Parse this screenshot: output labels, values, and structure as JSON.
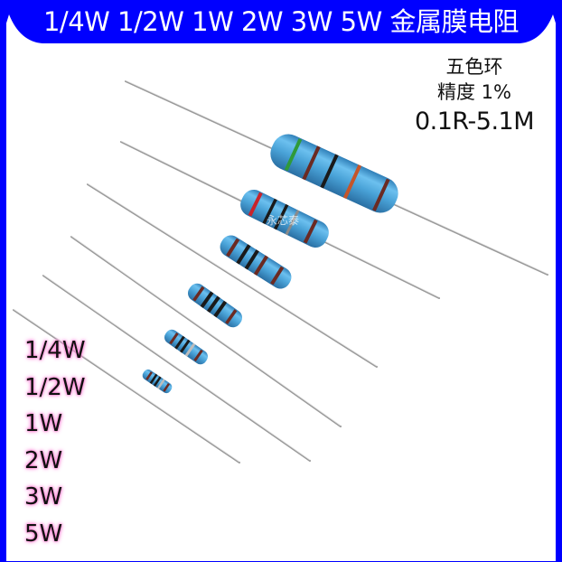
{
  "banner": {
    "title": "1/4W 1/2W 1W 2W 3W 5W 金属膜电阻",
    "background_color": "#0000ff",
    "text_color": "#ffffff"
  },
  "spec": {
    "bands": "五色环",
    "precision": "精度 1%",
    "range": "0.1R-5.1M"
  },
  "power_labels": [
    "1/4W",
    "1/2W",
    "1W",
    "2W",
    "3W",
    "5W"
  ],
  "watermark": "永芯泰",
  "resistors": [
    {
      "size": "5W",
      "body_color": "#4aa3d8",
      "bands": [
        "#2f9a3a",
        "#6b2a22",
        "#1a1a1a",
        "#c5552a",
        "#6b2a22"
      ]
    },
    {
      "size": "3W",
      "body_color": "#4aa3d8",
      "bands": [
        "#c8232b",
        "#1a1a1a",
        "#1a1a1a",
        "#8a8a8a",
        "#6b2a22"
      ]
    },
    {
      "size": "2W",
      "body_color": "#4aa3d8",
      "bands": [
        "#6b2a22",
        "#1a1a1a",
        "#1a1a1a",
        "#6b2a22",
        "#6b2a22"
      ]
    },
    {
      "size": "1W",
      "body_color": "#4aa3d8",
      "bands": [
        "#6b2a22",
        "#1a1a1a",
        "#1a1a1a",
        "#1a1a1a",
        "#6b2a22"
      ]
    },
    {
      "size": "1/2W",
      "body_color": "#4aa3d8",
      "bands": [
        "#6b2a22",
        "#1a1a1a",
        "#1a1a1a",
        "#bdbdbd",
        "#6b2a22"
      ]
    },
    {
      "size": "1/4W",
      "body_color": "#4aa3d8",
      "bands": [
        "#6b2a22",
        "#1a1a1a",
        "#1a1a1a",
        "#bdbdbd",
        "#6b2a22"
      ]
    }
  ]
}
